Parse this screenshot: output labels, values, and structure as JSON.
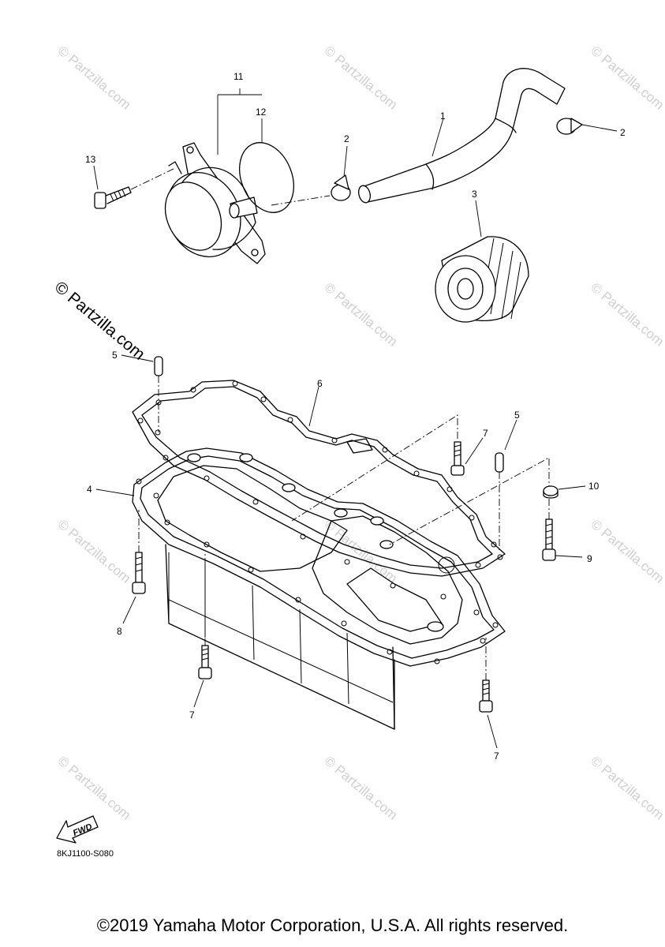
{
  "callouts": {
    "c1": "1",
    "c2a": "2",
    "c2b": "2",
    "c3": "3",
    "c4": "4",
    "c5a": "5",
    "c5b": "5",
    "c6": "6",
    "c7a": "7",
    "c7b": "7",
    "c7c": "7",
    "c8": "8",
    "c9": "9",
    "c10": "10",
    "c11": "11",
    "c12": "12",
    "c13": "13"
  },
  "fwd_label": "FWD",
  "watermark": "© Partzilla.com",
  "watermark_big": "© Partzilla.com",
  "diagram_code": "8KJ1100-S080",
  "copyright": "©2019 Yamaha Motor Corporation, U.S.A. All rights reserved."
}
